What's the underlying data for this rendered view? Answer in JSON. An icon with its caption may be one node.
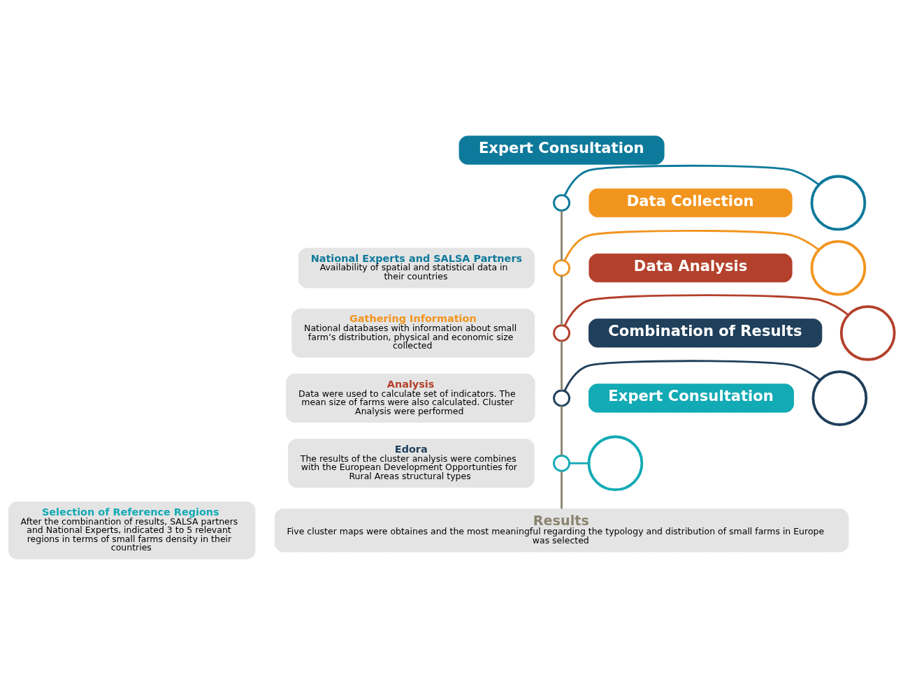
{
  "diagram": {
    "nodes": [
      {
        "text": [
          "Expert Consultation"
        ]
      },
      {
        "text": [],
        "shape": "circle"
      },
      {
        "text": [],
        "shape": "circle"
      },
      {
        "text": [
          "National Experts and SALSA Partners",
          "Availability of spatial and statistical data in their countries"
        ]
      },
      {
        "text": [
          "Data Collection"
        ]
      },
      {
        "text": [],
        "shape": "circle"
      },
      {
        "text": [],
        "shape": "circle"
      },
      {
        "text": [
          "Gathering Information",
          "National databases with information about small farm’s distribution, physical and economic size collected"
        ]
      },
      {
        "text": [
          "Data Analysis"
        ]
      },
      {
        "text": [],
        "shape": "circle"
      },
      {
        "text": [],
        "shape": "circle"
      },
      {
        "text": [
          "Analysis",
          "Data were used to calculate set of indicators. The mean size of farms were also calculated. Cluster Analysis were performed"
        ]
      },
      {
        "text": [
          "Combination of Results"
        ]
      },
      {
        "text": [],
        "shape": "circle"
      },
      {
        "text": [],
        "shape": "circle"
      },
      {
        "text": [
          "Edora",
          "The results of the cluster analysis were combines with the European Development Opportunties for Rural Areas structural types"
        ]
      },
      {
        "text": [
          "Expert Consultation"
        ]
      },
      {
        "text": [],
        "shape": "circle"
      },
      {
        "text": [],
        "shape": "circle"
      },
      {
        "text": [
          "Selection of Reference Regions",
          "After the combinantion of results, SALSA partners and National Experts, indicated 3 to 5 relevant regions in terms of small farms density in their countries"
        ]
      },
      {
        "text": [
          "Results",
          "Five cluster maps were obtaines and the most meaningful regarding the typology and distribution of small farms in Europe was selected"
        ]
      }
    ],
    "edges": [
      {
        "from": 1,
        "to": 2,
        "arrow": "none",
        "color": "#0e7a9b"
      },
      {
        "from": 5,
        "to": 6,
        "arrow": "none",
        "color": "#f2951f"
      },
      {
        "from": 9,
        "to": 10,
        "arrow": "none",
        "color": "#b3402b"
      },
      {
        "from": 13,
        "to": 14,
        "arrow": "none",
        "color": "#1f3f5b"
      },
      {
        "from": 17,
        "to": 18,
        "arrow": "none",
        "color": "#12aab5"
      },
      {
        "from": 2,
        "to": 5,
        "arrow": "none",
        "color": "#8a8470"
      },
      {
        "from": 5,
        "to": 10,
        "arrow": "none",
        "color": "#8a8470"
      },
      {
        "from": 10,
        "to": 13,
        "arrow": "none",
        "color": "#8a8470"
      },
      {
        "from": 13,
        "to": 18,
        "arrow": "none",
        "color": "#8a8470"
      },
      {
        "from": 18,
        "to": 20,
        "arrow": "none",
        "color": "#8a8470"
      }
    ]
  }
}
